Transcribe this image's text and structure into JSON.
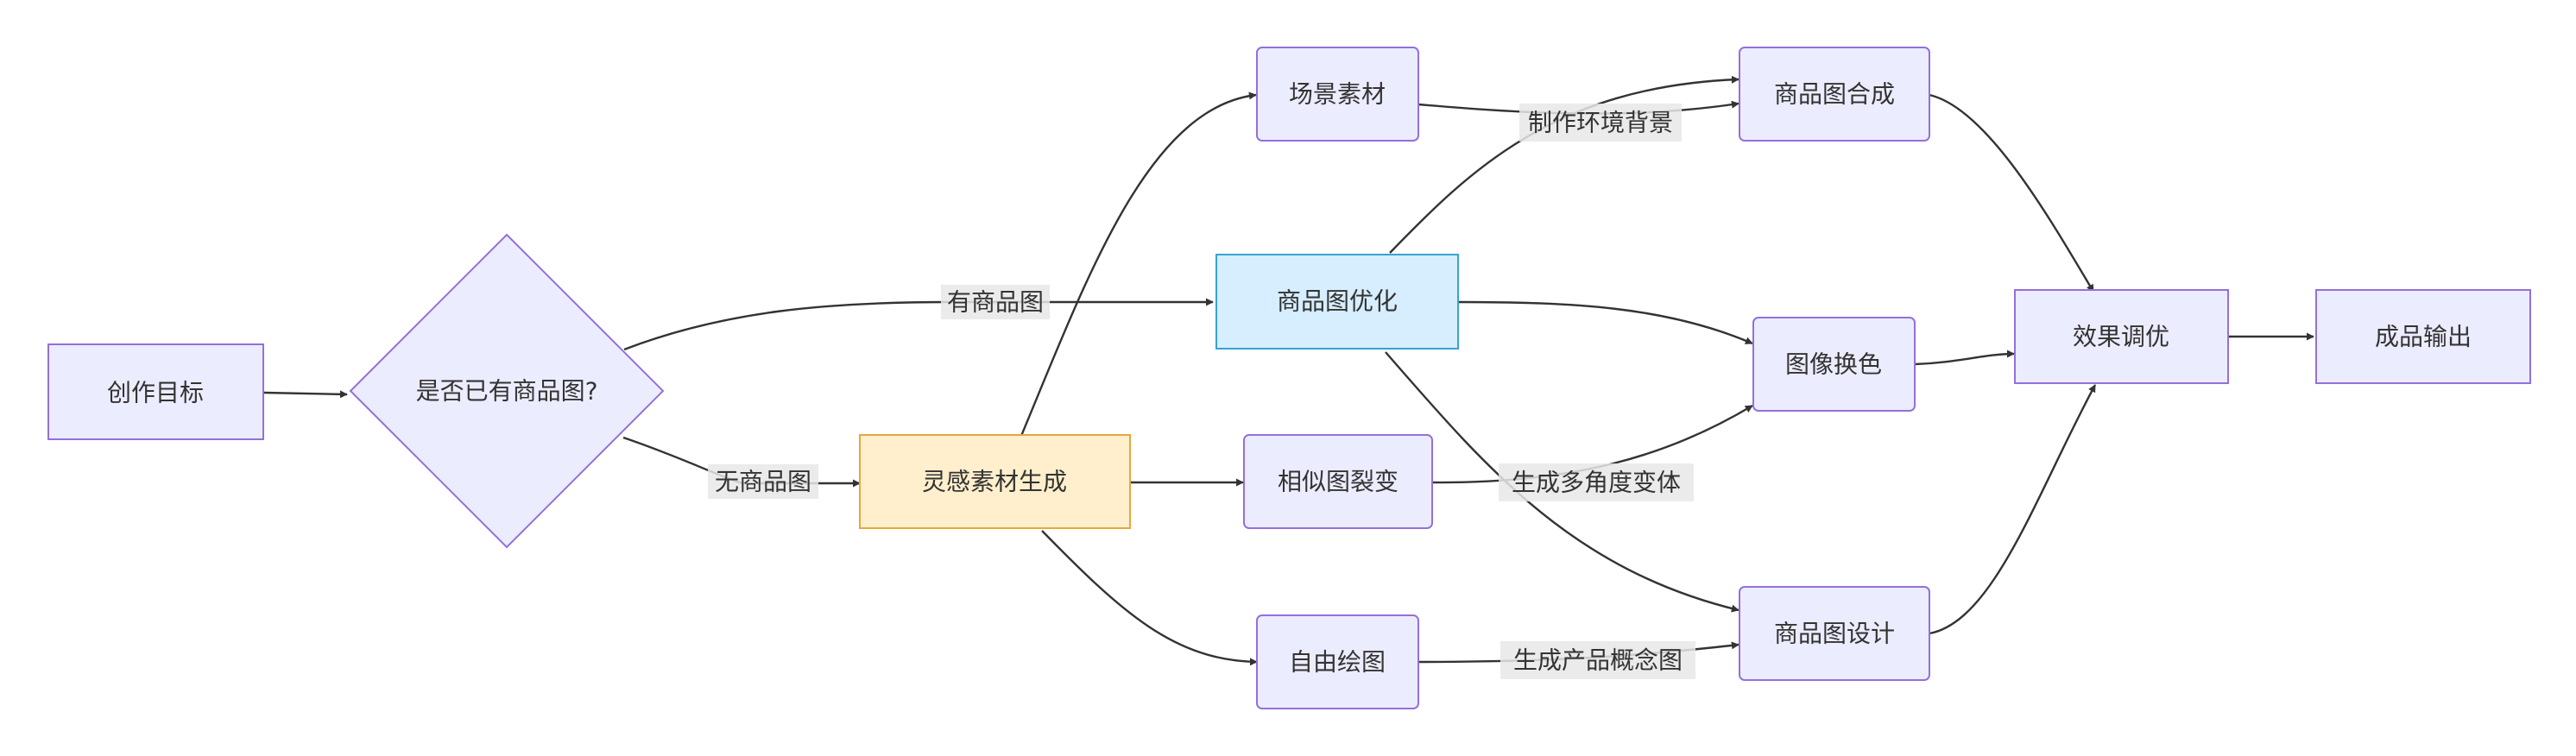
{
  "nodes": {
    "goal": "创作目标",
    "decision": "是否已有商品图?",
    "inspiration": "灵感素材生成",
    "scene": "场景素材",
    "optimize": "商品图优化",
    "similar": "相似图裂变",
    "freedraw": "自由绘图",
    "composite": "商品图合成",
    "recolor": "图像换色",
    "design": "商品图设计",
    "tune": "效果调优",
    "output": "成品输出"
  },
  "edge_labels": {
    "has_image": "有商品图",
    "no_image": "无商品图",
    "make_bg": "制作环境背景",
    "multi_angle": "生成多角度变体",
    "concept": "生成产品概念图"
  },
  "colors": {
    "default_fill": "#ECECFF",
    "default_stroke": "#9370DB",
    "optimize_fill": "#D6EEFF",
    "optimize_stroke": "#36A4CF",
    "inspiration_fill": "#FFEFCC",
    "inspiration_stroke": "#E5A83B",
    "edge": "#333333",
    "label_bg": "#E8E8E8"
  }
}
